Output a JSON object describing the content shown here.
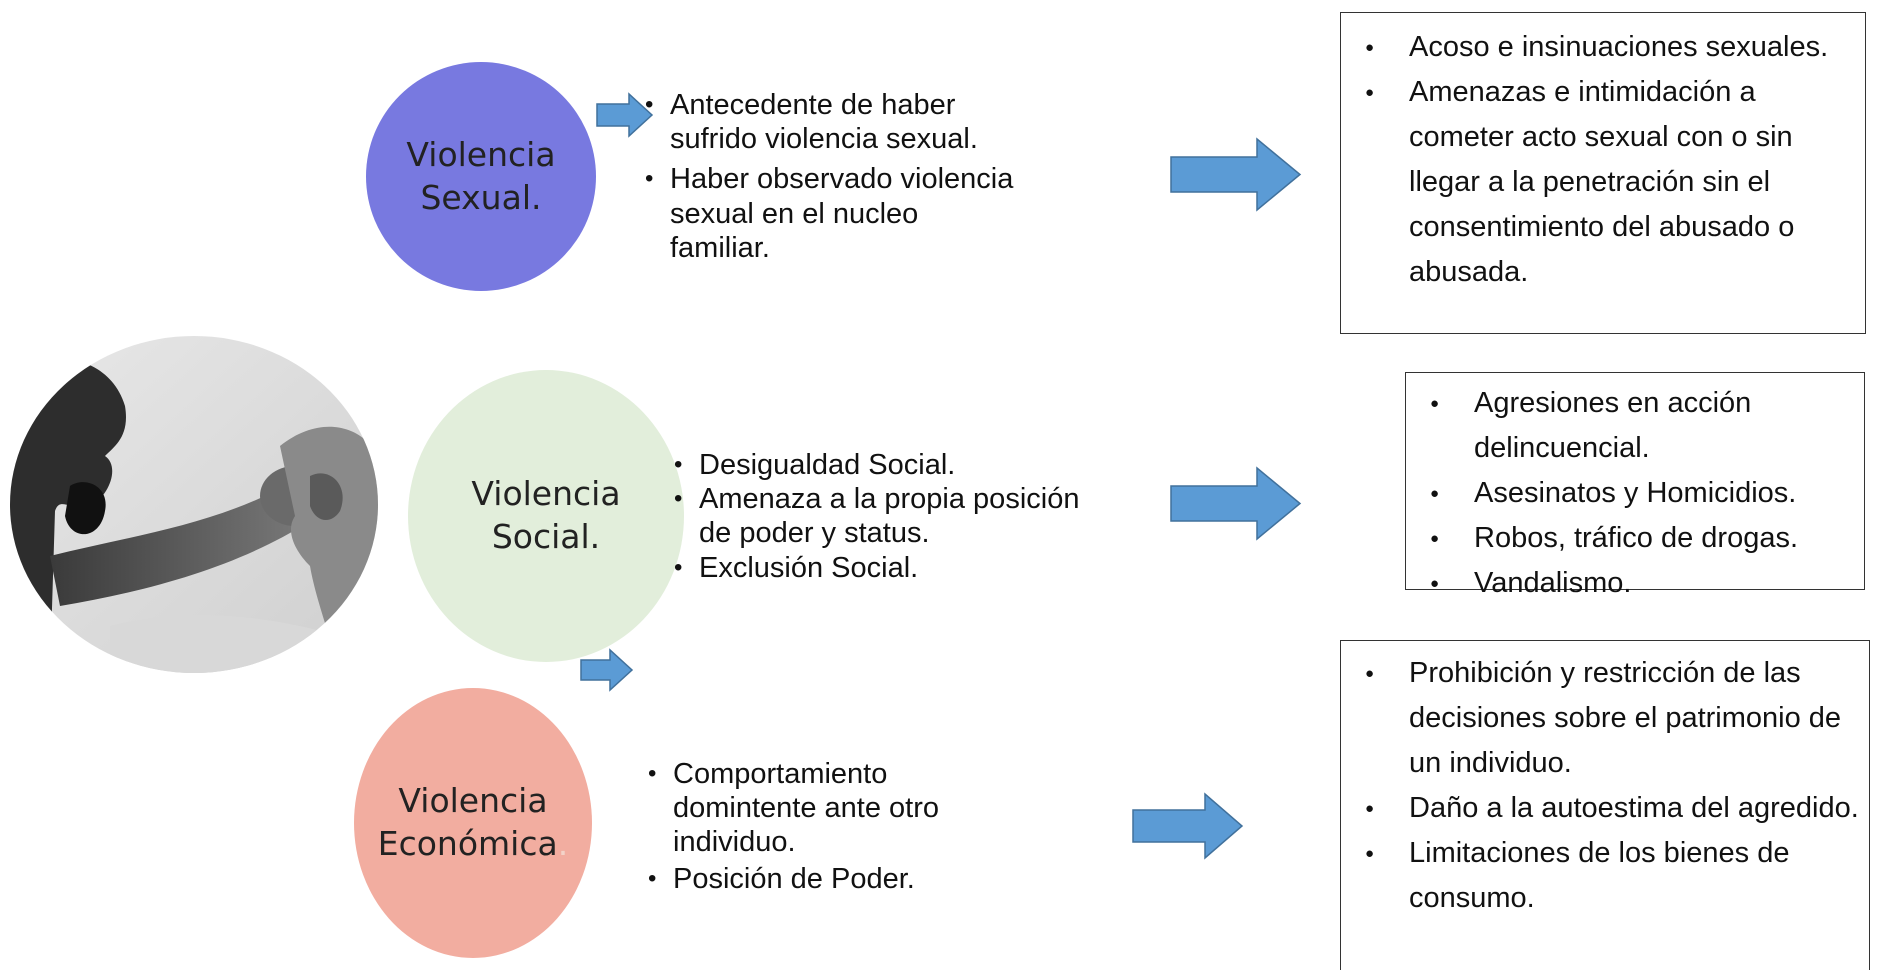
{
  "colors": {
    "sexual_circle": "#7879e0",
    "social_circle": "#e2eedb",
    "economica_circle": "#f2ada0",
    "arrow_fill": "#5b9bd5",
    "arrow_stroke": "#41719c"
  },
  "rows": [
    {
      "circle": {
        "line1": "Violencia",
        "line2": "Sexual.",
        "trail": ""
      },
      "causes": [
        "Antecedente de haber sufrido violencia sexual.",
        "Haber observado violencia sexual en el nucleo familiar."
      ],
      "effects": [
        "Acoso e insinuaciones sexuales.",
        "Amenazas e intimidación a cometer acto sexual con o sin llegar a la penetración sin el consentimiento del abusado o abusada."
      ]
    },
    {
      "circle": {
        "line1": "Violencia",
        "line2": "Social.",
        "trail": ""
      },
      "causes": [
        "Desigualdad Social.",
        "Amenaza a la propia posición de poder y status.",
        "Exclusión Social."
      ],
      "effects": [
        "Agresiones en acción delincuencial.",
        "Asesinatos y Homicidios.",
        "Robos, tráfico de drogas.",
        "Vandalismo."
      ]
    },
    {
      "circle": {
        "line1": "Violencia",
        "line2": "Económica",
        "trail": "."
      },
      "causes": [
        "Comportamiento domintente ante otro individuo.",
        "Posición de Poder."
      ],
      "effects": [
        "Prohibición y restricción de las decisiones sobre el patrimonio de un individuo.",
        "Daño a la autoestima del agredido.",
        "Limitaciones de los bienes de consumo."
      ]
    }
  ],
  "photo": {
    "subject": "man-punching-another-man-photo"
  }
}
